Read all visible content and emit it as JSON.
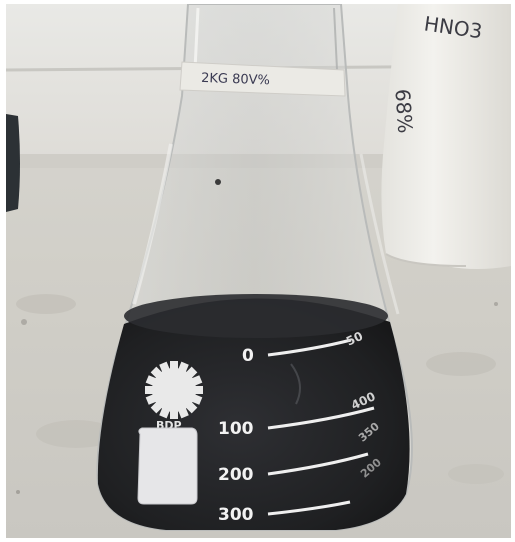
{
  "photo": {
    "subject": "Erlenmeyer flask with dark liquid",
    "flask_tape_label": "2KG 80V%",
    "bottle_label": {
      "line1": "HNO3",
      "line2": "68%"
    },
    "logo_text": "BDP",
    "graduations": {
      "left": [
        "0",
        "100",
        "200",
        "300"
      ],
      "right": [
        "50",
        "400",
        "350",
        "200"
      ]
    },
    "colors": {
      "background": "#d8d6d0",
      "liquid": "#232325",
      "glass_tint": "#c9cbca",
      "markings": "#f2f2f2",
      "bottle": "#ecebe6"
    }
  }
}
